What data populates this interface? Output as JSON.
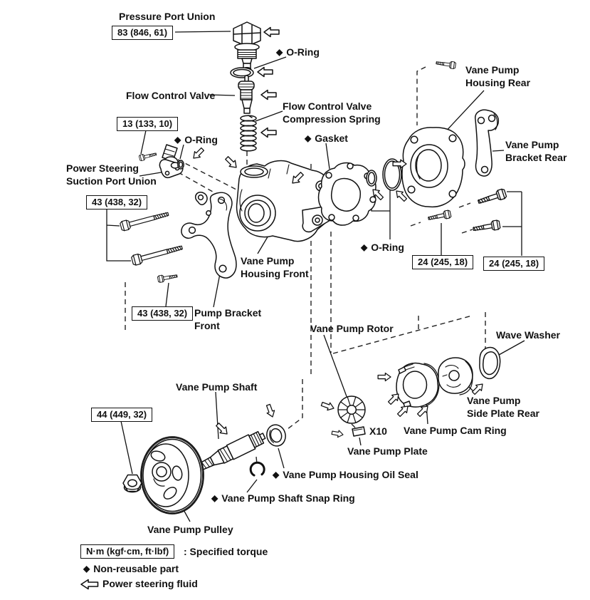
{
  "colors": {
    "ink": "#111111",
    "background": "#ffffff"
  },
  "markers": {
    "non_reusable": "◆"
  },
  "callouts": {
    "pressure_port_union": "Pressure Port Union",
    "o_ring_top": "O-Ring",
    "flow_control_valve": "Flow Control Valve",
    "fcv_compression_spring": [
      "Flow Control Valve",
      "Compression Spring"
    ],
    "gasket": "Gasket",
    "vane_pump_housing_rear": [
      "Vane Pump",
      "Housing Rear"
    ],
    "o_ring_suction": "O-Ring",
    "power_steering_suction_port_union": [
      "Power Steering",
      "Suction Port Union"
    ],
    "vane_pump_bracket_rear": [
      "Vane Pump",
      "Bracket Rear"
    ],
    "vane_pump_housing_front": [
      "Vane Pump",
      "Housing Front"
    ],
    "o_ring_rear": "O-Ring",
    "pump_bracket_front": [
      "Pump Bracket",
      "Front"
    ],
    "vane_pump_rotor": "Vane Pump Rotor",
    "wave_washer": "Wave Washer",
    "vane_pump_shaft": "Vane Pump Shaft",
    "vane_count": "X10",
    "vane_pump_side_plate_rear": [
      "Vane Pump",
      "Side Plate Rear"
    ],
    "vane_pump_cam_ring": "Vane Pump Cam Ring",
    "vane_pump_plate": "Vane Pump Plate",
    "vane_pump_housing_oil_seal": "Vane Pump Housing Oil Seal",
    "vane_pump_shaft_snap_ring": "Vane Pump Shaft Snap Ring",
    "vane_pump_pulley": "Vane Pump Pulley"
  },
  "torque_specs": {
    "pressure_port_union": "83 (846, 61)",
    "suction_port_union": "13 (133, 10)",
    "bracket_bolts_long": "43 (438, 32)",
    "bracket_bolt_short": "43 (438, 32)",
    "rear_housing_bolt": "24 (245, 18)",
    "rear_bracket_bolts": "24 (245, 18)",
    "pulley_nut": "44 (449, 32)"
  },
  "legend": {
    "torque_unit_box": "N·m (kgf·cm, ft·lbf)",
    "torque_description": ": Specified torque",
    "non_reusable_part": "Non-reusable part",
    "power_steering_fluid": "Power steering fluid"
  }
}
